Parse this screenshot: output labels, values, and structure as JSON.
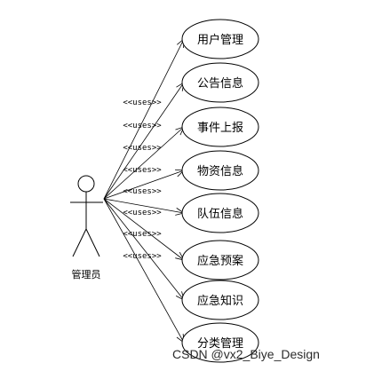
{
  "actor": {
    "label": "管理员"
  },
  "relation_label": "<<uses>>",
  "use_cases": [
    {
      "label": "用户管理"
    },
    {
      "label": "公告信息"
    },
    {
      "label": "事件上报"
    },
    {
      "label": "物资信息"
    },
    {
      "label": "队伍信息"
    },
    {
      "label": "应急预案"
    },
    {
      "label": "应急知识"
    },
    {
      "label": "分类管理"
    }
  ],
  "watermark": "CSDN @vx2_Biye_Design"
}
